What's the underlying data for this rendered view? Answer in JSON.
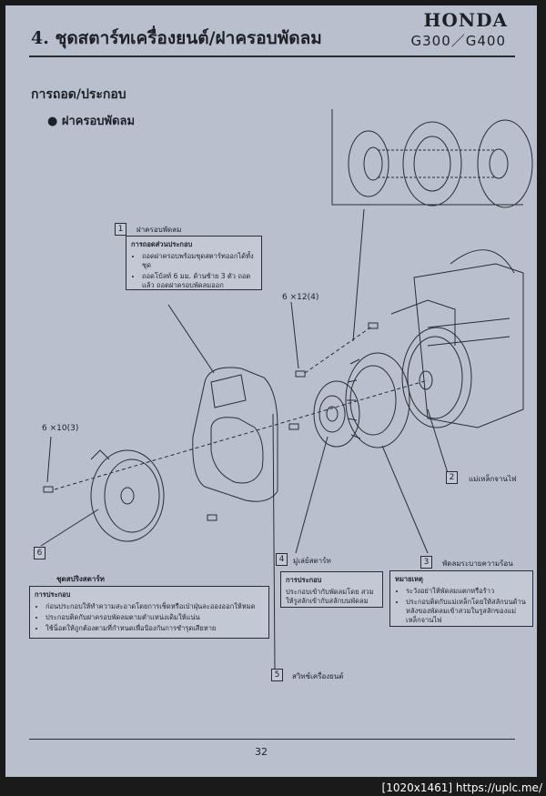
{
  "header": {
    "chapter": "4. ชุดสตาร์ทเครื่องยนต์/ฝาครอบพัดลม",
    "brand": "HONDA",
    "model": "G300／G400"
  },
  "section": "การถอด/ประกอบ",
  "subsection": "ฝาครอบพัดลม",
  "parts": {
    "p1": {
      "num": "1",
      "name": "ฝาครอบพัดลม"
    },
    "p2": {
      "num": "2",
      "name": "แม่เหล็กจานไฟ"
    },
    "p3": {
      "num": "3",
      "name": "พัดลมระบายความร้อน"
    },
    "p4": {
      "num": "4",
      "name": "มู่เล่ย์สตาร์ท"
    },
    "p5": {
      "num": "5",
      "name": "สวิทช์เครื่องยนต์"
    },
    "p6": {
      "num": "6",
      "name": "ชุดสปริงสตาร์ท"
    }
  },
  "bolts": {
    "b1": "6 ×12(4)",
    "b2": "6 ×10(3)"
  },
  "box_removal": {
    "heading": "การถอดส่วนประกอบ",
    "items": [
      "ถอดฝาครอบพร้อมชุดสตาร์ทออกได้ทั้งชุด",
      "ถอดโบ้ลท์ 6 มม. ด้านซ้าย 3 ตัว ถอดแล้ว ถอดฝาครอบพัดลมออก"
    ]
  },
  "box_starter": {
    "heading": "การประกอบ",
    "items": [
      "ก่อนประกอบให้ทำความสะอาดโดยการเช็ดหรือเป่าฝุ่นละอองออกให้หมด",
      "ประกอบติดกับฝาครอบพัดลมตามตำแหน่งเดิมให้แน่น",
      "ใช้น็อตให้ถูกต้องตามที่กำหนดเพื่อป้องกันการชำรุดเสียหาย"
    ]
  },
  "box_pulley": {
    "heading": "การประกอบ",
    "text": "ประกอบเข้ากับพัดลมโดย สวมให้รูสลักเข้ากับสลักบนพัดลม"
  },
  "box_note": {
    "heading": "หมายเหตุ",
    "items": [
      "ระวังอย่าให้พัดลมแตกหรือร้าว",
      "ประกอบติดกับแม่เหล็กโดยให้สลักบนด้านหลังของพัดลมเข้าสวมในรูสลักของแม่เหล็กจานไฟ"
    ]
  },
  "page_number": "32",
  "watermark": "[1020x1461] https://uplc.me/"
}
